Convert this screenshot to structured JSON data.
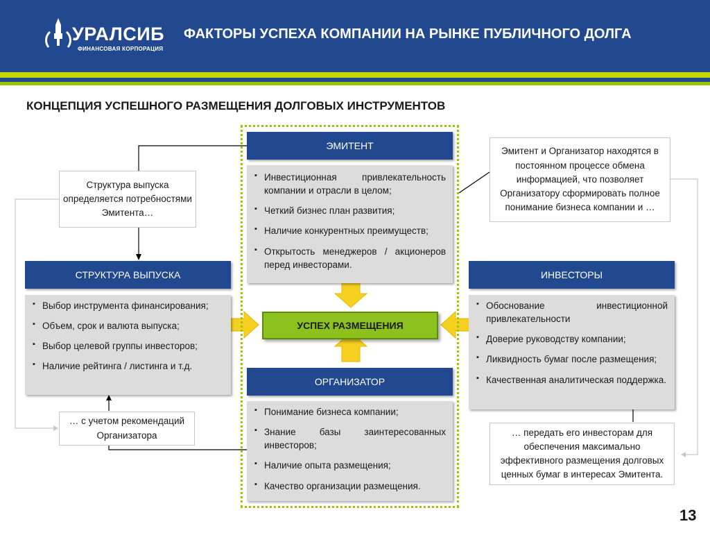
{
  "header": {
    "brand_name": "УРАЛСИБ",
    "brand_sub": "ФИНАНСОВАЯ КОРПОРАЦИЯ",
    "title": "ФАКТОРЫ УСПЕХА КОМПАНИИ НА РЫНКЕ ПУБЛИЧНОГО ДОЛГА"
  },
  "subtitle": "КОНЦЕПЦИЯ УСПЕШНОГО РАЗМЕЩЕНИЯ ДОЛГОВЫХ ИНСТРУМЕНТОВ",
  "issuer": {
    "title": "ЭМИТЕНТ",
    "items": [
      "Инвестиционная привлекательность компании и отрасли в целом;",
      "Четкий бизнес план развития;",
      "Наличие конкурентных преимуществ;",
      "Открытость менеджеров / акционеров перед инвесторами."
    ]
  },
  "structure": {
    "title": "СТРУКТУРА ВЫПУСКА",
    "items": [
      "Выбор инструмента финансирования;",
      "Объем, срок и валюта выпуска;",
      "Выбор целевой группы инвесторов;",
      "Наличие рейтинга / листинга и т.д."
    ]
  },
  "investors": {
    "title": "ИНВЕСТОРЫ",
    "items": [
      "Обоснование инвестиционной привлекательности",
      "Доверие руководству компании;",
      "Ликвидность бумаг после размещения;",
      "Качественная аналитическая поддержка."
    ]
  },
  "organizer": {
    "title": "ОРГАНИЗАТОР",
    "items": [
      "Понимание бизнеса компании;",
      "Знание базы заинтересованных инвесторов;",
      "Наличие опыта размещения;",
      "Качество организации размещения."
    ]
  },
  "success": "УСПЕХ РАЗМЕЩЕНИЯ",
  "notes": {
    "structure_note": "Структура выпуска определяется потребностями Эмитента…",
    "issuer_note": "Эмитент и Организатор находятся в постоянном процессе обмена информацией, что позволяет Организатору сформировать полное понимание бизнеса компании и …",
    "organizer_note": "… с учетом рекомендаций Организатора",
    "investors_note": "… передать его инвесторам для обеспечения максимально эффективного размещения долговых ценных бумаг в интересах Эмитента."
  },
  "page_number": "13",
  "colors": {
    "blue": "#22498f",
    "green": "#9ec300",
    "yellow_arrow": "#f5d020",
    "success_green": "#8dc21e"
  }
}
